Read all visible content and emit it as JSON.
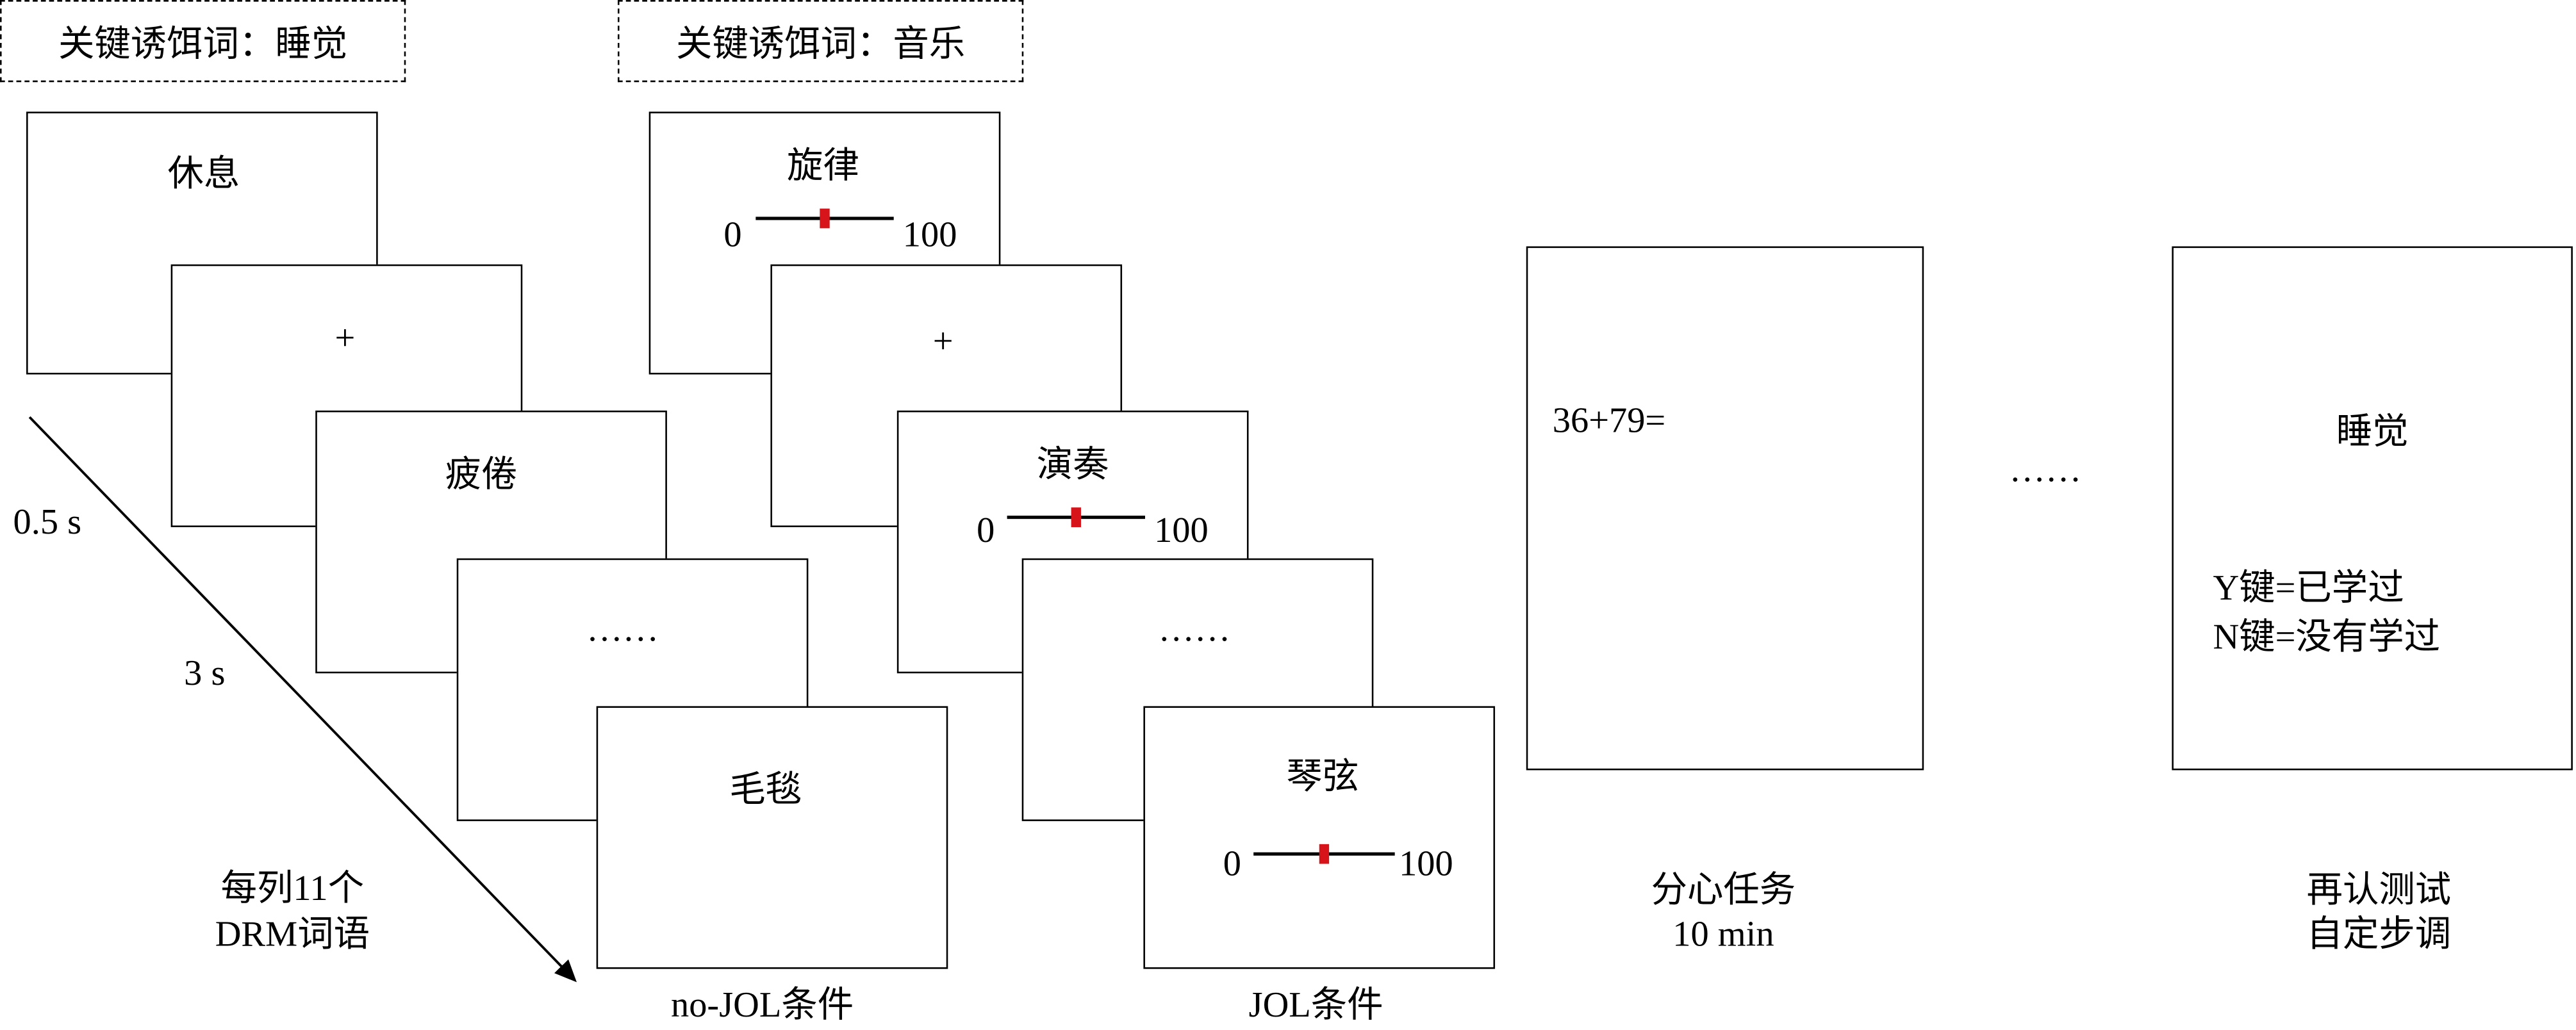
{
  "cue_boxes": [
    {
      "text": "关键诱饵词：睡觉"
    },
    {
      "text": "关键诱饵词：音乐"
    }
  ],
  "no_jol_column": {
    "words": [
      "休息",
      "+",
      "疲倦",
      "……",
      "毛毯"
    ],
    "caption": "no-JOL条件"
  },
  "jol_column": {
    "words": [
      "旋律",
      "+",
      "演奏",
      "……",
      "琴弦"
    ],
    "caption": "JOL条件",
    "scale": {
      "min_label": "0",
      "max_label": "100",
      "values": [
        50,
        50,
        50
      ]
    }
  },
  "timing": {
    "fixation": "0.5 s",
    "word": "3 s",
    "list_line1": "每列11个",
    "list_line2": "DRM词语"
  },
  "distractor": {
    "screen_text": "36+79=",
    "caption_line1": "分心任务",
    "caption_line2": "10 min"
  },
  "ellipsis": "……",
  "recognition": {
    "word": "睡觉",
    "key_y": "Y键=已学过",
    "key_n": "N键=没有学过",
    "caption_line1": "再认测试",
    "caption_line2": "自定步调"
  },
  "colors": {
    "slider_marker": "#d7141a"
  }
}
